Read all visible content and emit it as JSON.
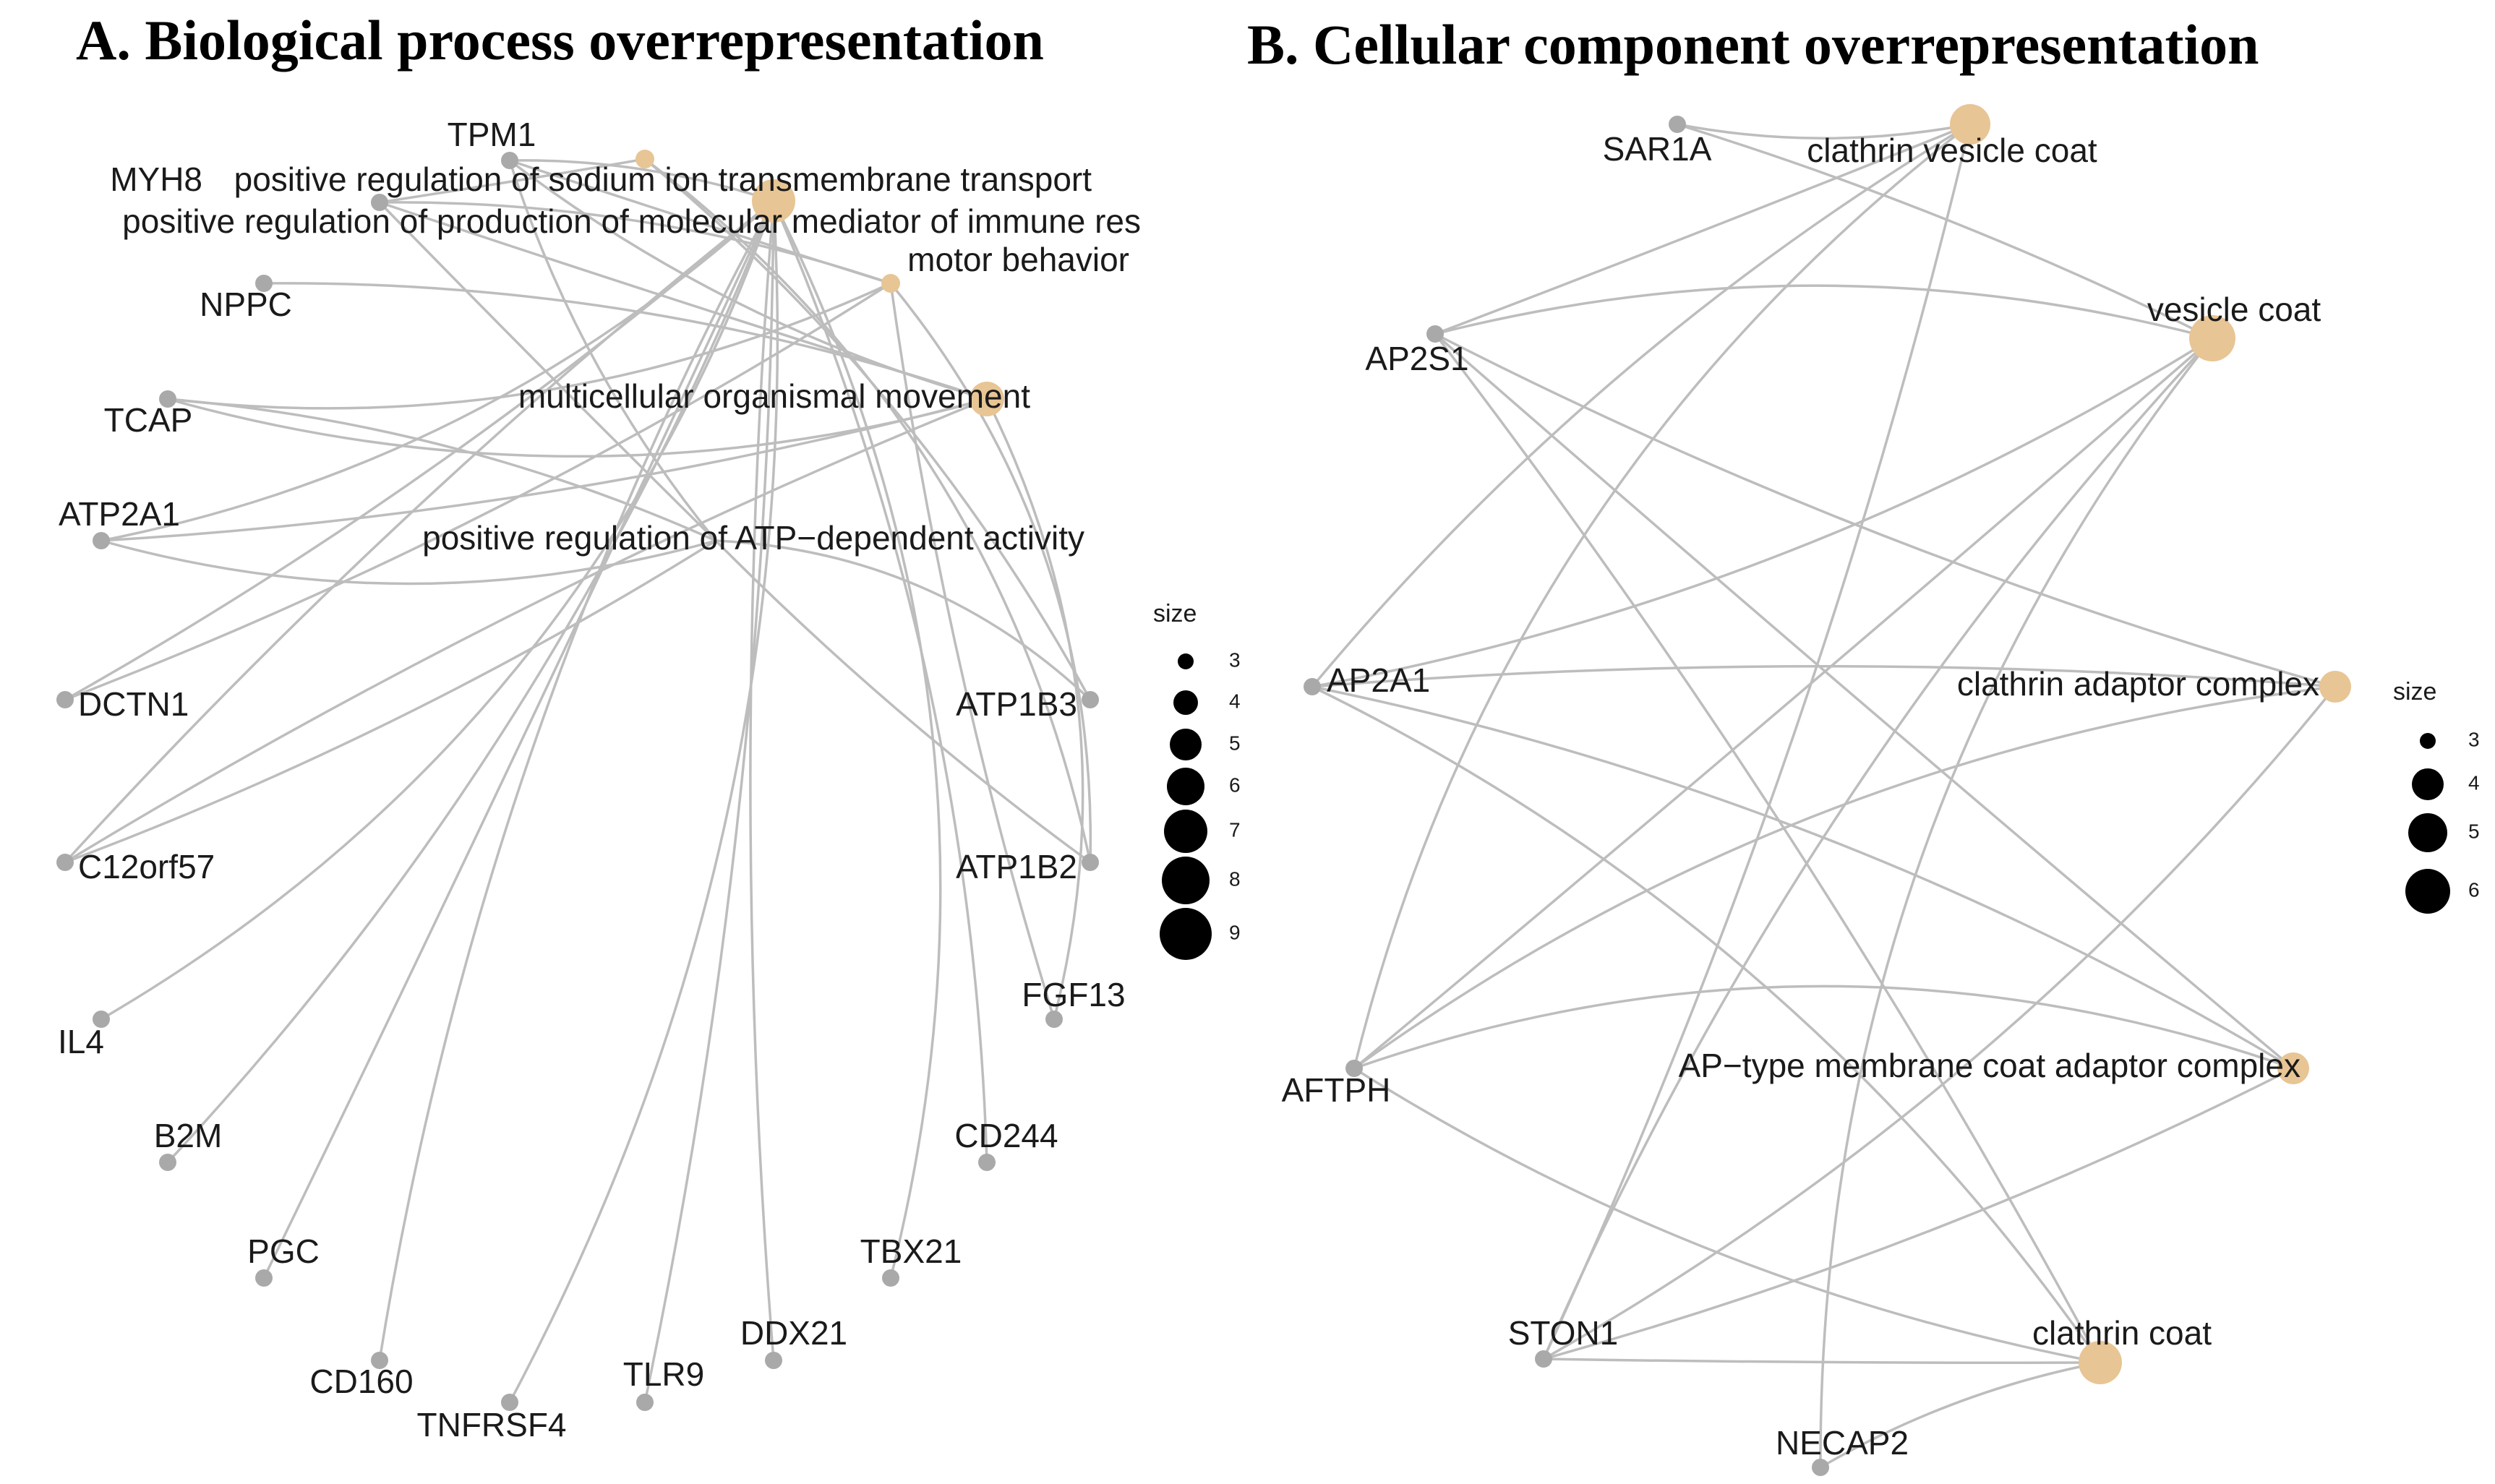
{
  "panels": [
    {
      "id": "A",
      "title": "A. Biological process overrepresentation",
      "terms": [
        "positive regulation of sodium ion transmembrane transport",
        "positive regulation of production of molecular mediator of immune res",
        "motor behavior",
        "multicellular organismal movement",
        "positive regulation of ATP−dependent activity"
      ],
      "genes": [
        "TPM1",
        "MYH8",
        "NPPC",
        "TCAP",
        "ATP2A1",
        "DCTN1",
        "C12orf57",
        "IL4",
        "B2M",
        "PGC",
        "CD160",
        "TNFRSF4",
        "TLR9",
        "DDX21",
        "TBX21",
        "CD244",
        "FGF13",
        "ATP1B2",
        "ATP1B3"
      ],
      "legend": {
        "title": "size",
        "values": [
          3,
          4,
          5,
          6,
          7,
          8,
          9
        ]
      }
    },
    {
      "id": "B",
      "title": "B. Cellular component overrepresentation",
      "terms": [
        "clathrin vesicle coat",
        "vesicle coat",
        "clathrin adaptor complex",
        "AP−type membrane coat adaptor complex",
        "clathrin coat"
      ],
      "genes": [
        "SAR1A",
        "AP2S1",
        "AP2A1",
        "AFTPH",
        "STON1",
        "NECAP2"
      ],
      "legend": {
        "title": "size",
        "values": [
          3,
          4,
          5,
          6
        ]
      }
    }
  ],
  "colors": {
    "term_node": "#e8c595",
    "gene_node": "#a9a9a9",
    "edge": "#bdbdbd",
    "legend_dot": "#000000"
  }
}
